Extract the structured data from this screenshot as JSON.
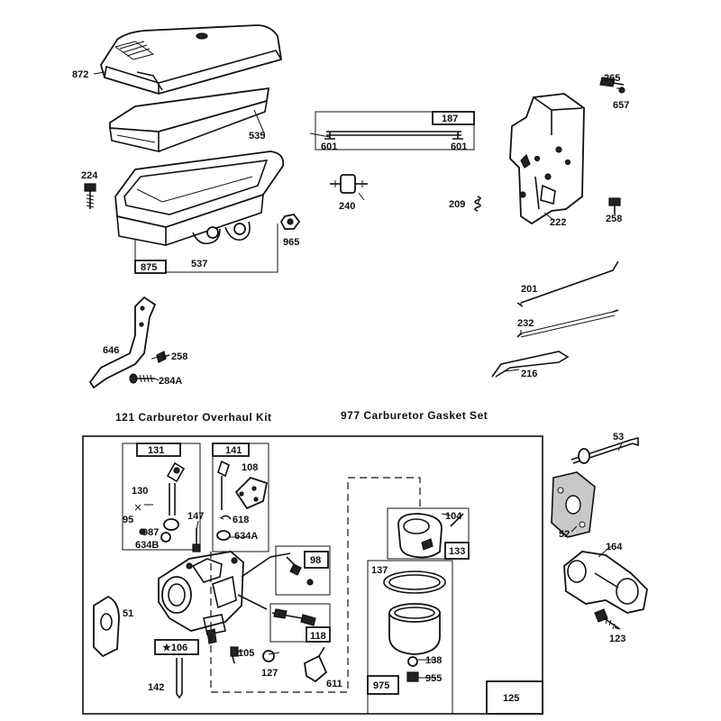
{
  "headings": {
    "overhaul_kit": "121 Carburetor Overhaul Kit",
    "gasket_set": "977 Carburetor Gasket Set"
  },
  "parts": {
    "p872": "872",
    "p535": "535",
    "p224": "224",
    "p875": "875",
    "p537": "537",
    "p965": "965",
    "p646": "646",
    "p258a": "258",
    "p284A": "284A",
    "p187": "187",
    "p601a": "601",
    "p601b": "601",
    "p240": "240",
    "p209": "209",
    "p265": "265",
    "p657": "657",
    "p222": "222",
    "p258b": "258",
    "p201": "201",
    "p232": "232",
    "p216": "216",
    "p131": "131",
    "p130": "130",
    "p95": "95",
    "p987": "987",
    "p634B": "634B",
    "p141": "141",
    "p108": "108",
    "p618": "618",
    "p634A": "634A",
    "p147": "147",
    "p98": "98",
    "p118": "118",
    "p51": "51",
    "p106": "★106",
    "p105": "105",
    "p127": "127",
    "p142": "142",
    "p611": "611",
    "p104": "104",
    "p133": "133",
    "p137": "137",
    "p138": "138",
    "p955": "955",
    "p975": "975",
    "p125": "125",
    "p53": "53",
    "p52": "52",
    "p164": "164",
    "p123": "123"
  }
}
